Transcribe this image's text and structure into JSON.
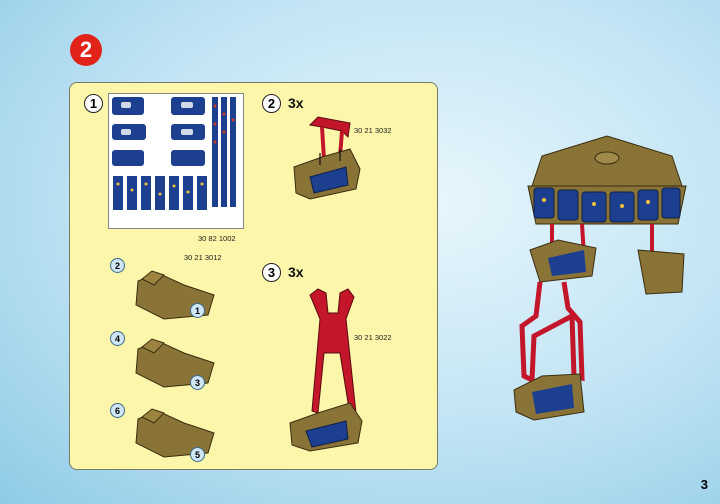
{
  "main_step": "2",
  "page_number": "3",
  "substeps": [
    {
      "number": "1"
    },
    {
      "number": "2",
      "quantity": "3x"
    },
    {
      "number": "3",
      "quantity": "3x"
    }
  ],
  "part_numbers": {
    "sticker_sheet": "30 82 1002",
    "seat": "30 21 3012",
    "hanger_small": "30 21 3032",
    "hanger_large": "30 21 3022"
  },
  "callouts": [
    "2",
    "1",
    "4",
    "3",
    "6",
    "5"
  ],
  "colors": {
    "badge": "#e2231a",
    "panel": "#fbf6a9",
    "seat_brown": "#8a7336",
    "frame_red": "#c4162a",
    "sticker_blue": "#1d3f8f"
  }
}
